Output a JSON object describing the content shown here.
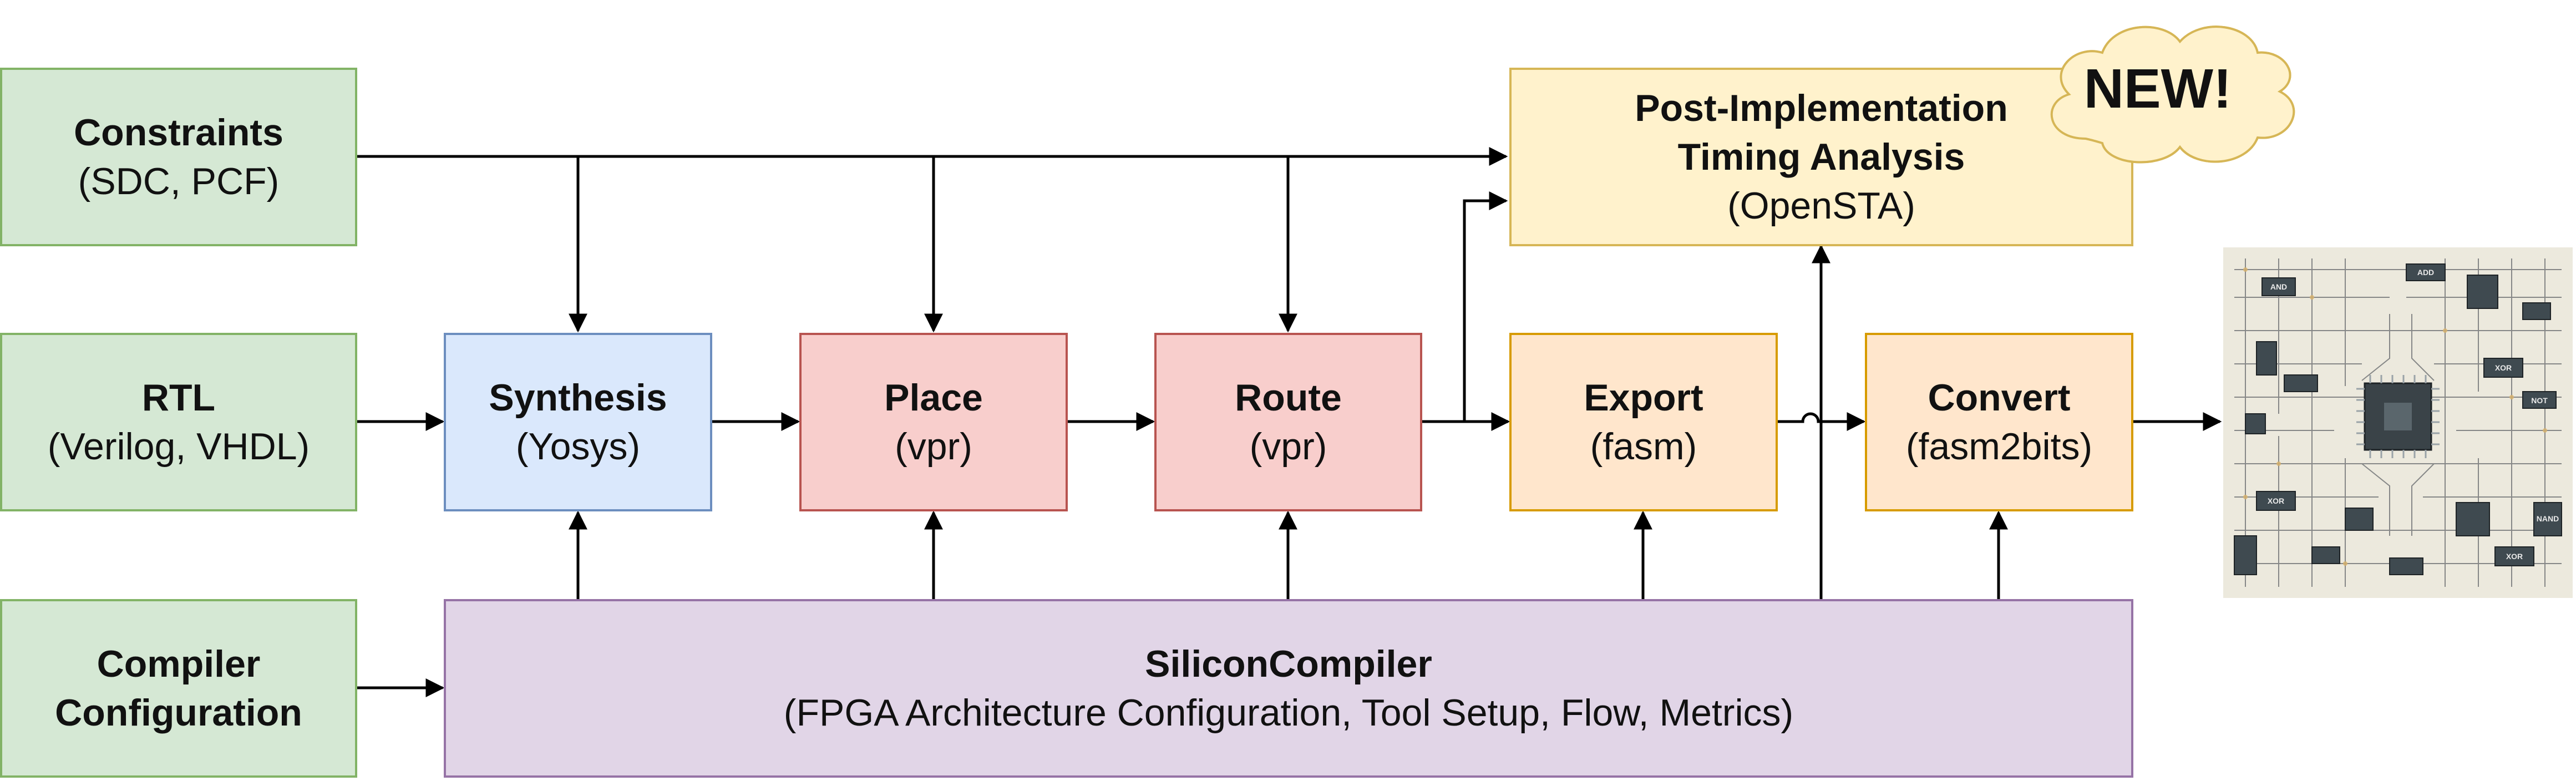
{
  "inputs": {
    "constraints": {
      "title": "Constraints",
      "subtitle": "(SDC, PCF)"
    },
    "rtl": {
      "title": "RTL",
      "subtitle": "(Verilog, VHDL)"
    },
    "config": {
      "title_line1": "Compiler",
      "title_line2": "Configuration"
    }
  },
  "stages": {
    "synthesis": {
      "title": "Synthesis",
      "subtitle": "(Yosys)"
    },
    "place": {
      "title": "Place",
      "subtitle": "(vpr)"
    },
    "route": {
      "title": "Route",
      "subtitle": "(vpr)"
    },
    "export": {
      "title": "Export",
      "subtitle": "(fasm)"
    },
    "convert": {
      "title": "Convert",
      "subtitle": "(fasm2bits)"
    }
  },
  "timing": {
    "title_line1": "Post-Implementation",
    "title_line2": "Timing Analysis",
    "subtitle": "(OpenSTA)"
  },
  "badge": {
    "label": "NEW!"
  },
  "compiler": {
    "title": "SiliconCompiler",
    "subtitle": "(FPGA Architecture Configuration, Tool Setup, Flow, Metrics)"
  },
  "board_chips": {
    "c1": "AND",
    "c2": "XOR",
    "c3": "NOT",
    "c4": "XOR",
    "c5": "XOR",
    "c6": "NAND",
    "c7": "ADD"
  },
  "colors": {
    "input_fill": "#d5e8d4",
    "synthesis_fill": "#dae8fc",
    "pnr_fill": "#f8cecc",
    "export_fill": "#ffe6cc",
    "timing_fill": "#fff2cc",
    "compiler_fill": "#e1d5e7"
  }
}
